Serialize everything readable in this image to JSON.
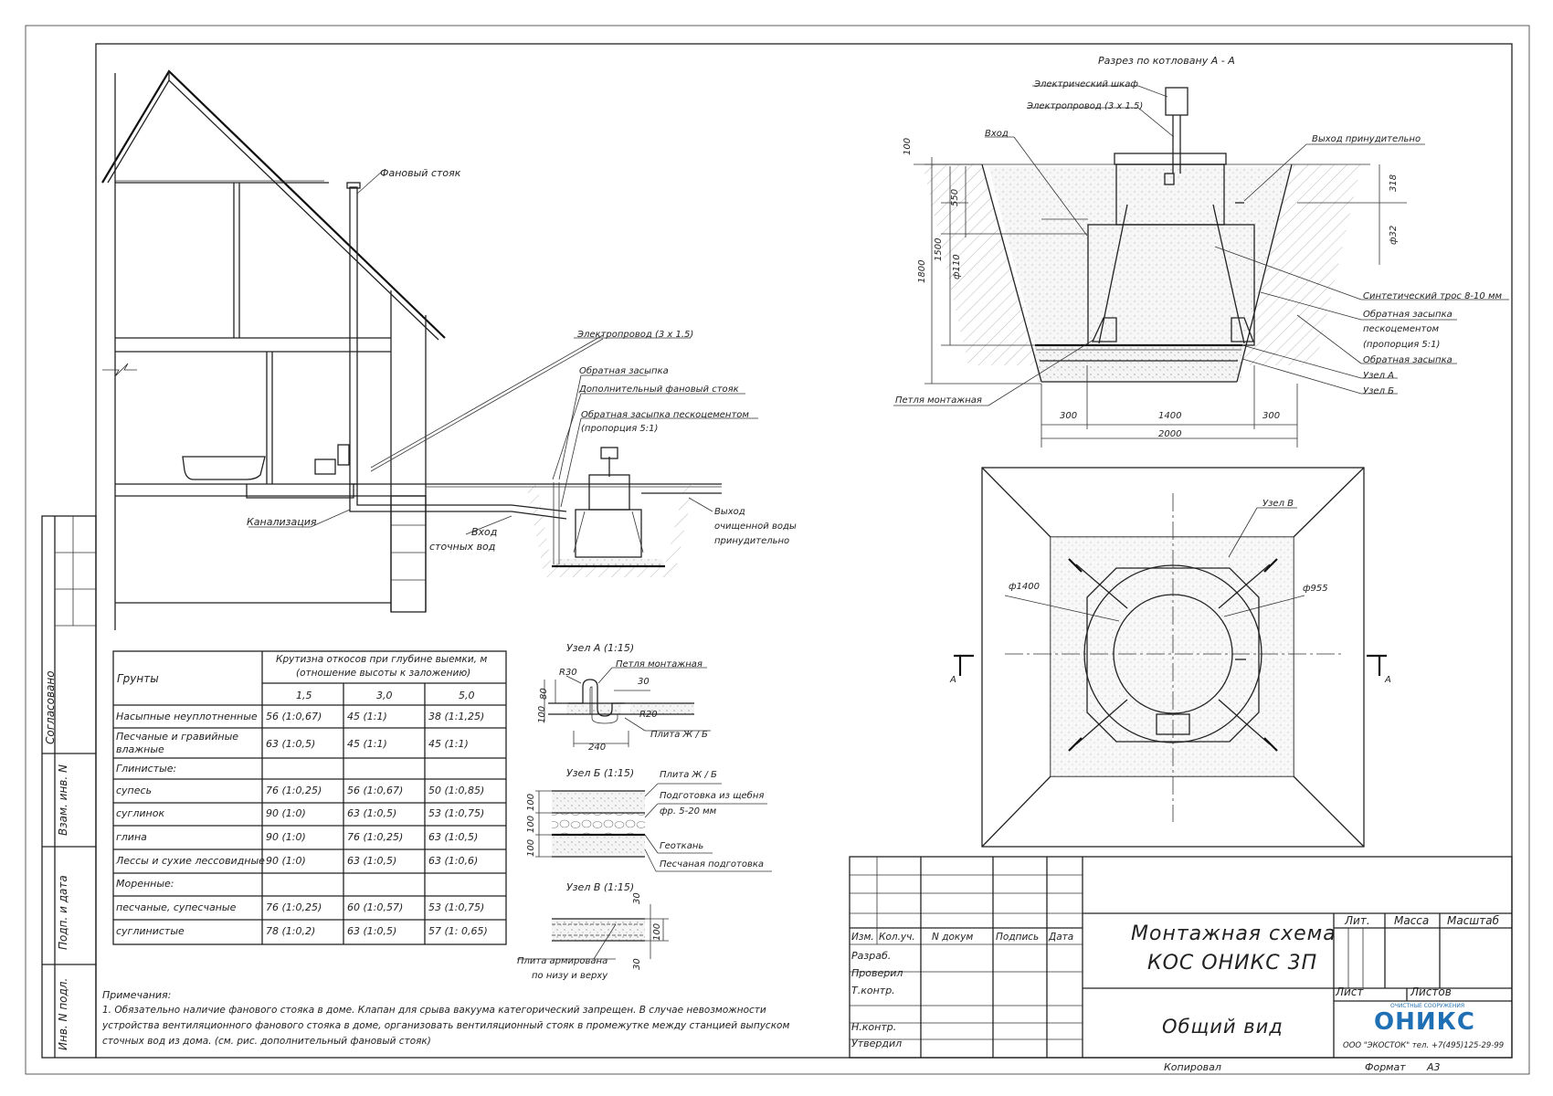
{
  "house": {
    "stack_label": "Фановый стояк",
    "cable_label": "Электропровод (3 x 1.5)",
    "backfill_label": "Обратная засыпка",
    "extra_stack_label": "Дополнительный фановый стояк",
    "backfill_sc_label": "Обратная засыпка пескоцементом",
    "backfill_sc_prop": "(пропорция 5:1)",
    "sewer_label": "Канализация",
    "inlet_label_1": "Вход",
    "inlet_label_2": "сточных вод",
    "outlet_label_1": "Выход",
    "outlet_label_2": "очищенной воды",
    "outlet_label_3": "принудительно"
  },
  "section": {
    "title": "Разрез по котловану А - А",
    "cabinet": "Электрический шкаф",
    "cable": "Электропровод (3 x 1.5)",
    "inlet": "Вход",
    "outlet": "Выход принудительно",
    "rope": "Синтетический трос 8-10 мм",
    "backfill_sc_1": "Обратная засыпка",
    "backfill_sc_2": "пескоцементом",
    "backfill_sc_3": "(пропорция 5:1)",
    "backfill": "Обратная засыпка",
    "node_a": "Узел А",
    "node_b": "Узел Б",
    "loop": "Петля монтажная",
    "dim_100": "100",
    "dim_550": "550",
    "dim_1500": "1500",
    "dim_1800": "1800",
    "dim_d110": "ф110",
    "dim_318": "318",
    "dim_d32": "ф32",
    "dim_300a": "300",
    "dim_1400": "1400",
    "dim_300b": "300",
    "dim_2000": "2000"
  },
  "plan": {
    "node_v": "Узел В",
    "d1400": "ф1400",
    "d955": "ф955",
    "cut_left": "А",
    "cut_right": "А"
  },
  "soil_table": {
    "header_soil": "Грунты",
    "header_slope_1": "Крутизна откосов при глубине выемки, м",
    "header_slope_2": "(отношение высоты к заложению)",
    "depths": [
      "1,5",
      "3,0",
      "5,0"
    ],
    "rows": [
      {
        "name": "Насыпные неуплотненные",
        "v": [
          "56 (1:0,67)",
          "45 (1:1)",
          "38 (1:1,25)"
        ]
      },
      {
        "name": "Песчаные и гравийные влажные",
        "v": [
          "63 (1:0,5)",
          "45 (1:1)",
          "45 (1:1)"
        ]
      },
      {
        "name": "Глинистые:",
        "v": [
          "",
          "",
          ""
        ]
      },
      {
        "name": "супесь",
        "v": [
          "76 (1:0,25)",
          "56 (1:0,67)",
          "50 (1:0,85)"
        ]
      },
      {
        "name": "суглинок",
        "v": [
          "90 (1:0)",
          "63 (1:0,5)",
          "53 (1:0,75)"
        ]
      },
      {
        "name": "глина",
        "v": [
          "90 (1:0)",
          "76 (1:0,25)",
          "63 (1:0,5)"
        ]
      },
      {
        "name": "Лессы и сухие лессовидные",
        "v": [
          "90 (1:0)",
          "63 (1:0,5)",
          "63 (1:0,6)"
        ]
      },
      {
        "name": "Моренные:",
        "v": [
          "",
          "",
          ""
        ]
      },
      {
        "name": "песчаные, супесчаные",
        "v": [
          "76 (1:0,25)",
          "60 (1:0,57)",
          "53 (1:0,75)"
        ]
      },
      {
        "name": "суглинистые",
        "v": [
          "78 (1:0,2)",
          "63 (1:0,5)",
          "57 (1: 0,65)"
        ]
      }
    ]
  },
  "nodes": {
    "a_title": "Узел А (1:15)",
    "a_loop": "Петля монтажная",
    "a_plate": "Плита Ж / Б",
    "a_r30": "R30",
    "a_r20": "R20",
    "a_30": "30",
    "a_80": "80",
    "a_100": "100",
    "a_240": "240",
    "b_title": "Узел Б (1:15)",
    "b_plate": "Плита Ж / Б",
    "b_gravel_1": "Подготовка из щебня",
    "b_gravel_2": "фр. 5-20 мм",
    "b_geo": "Геоткань",
    "b_sand": "Песчаная подготовка",
    "b_100a": "100",
    "b_100b": "100",
    "b_100c": "100",
    "v_title": "Узел В (1:15)",
    "v_30a": "30",
    "v_100": "100",
    "v_30b": "30",
    "v_plate_1": "Плита армирована",
    "v_plate_2": "по низу и верху"
  },
  "notes": {
    "title": "Примечания:",
    "line1": "1. Обязательно наличие фанового стояка в доме. Клапан для срыва вакуума категорический запрещен. В случае невозможности",
    "line2": "устройства вентиляционного фанового стояка в доме, организовать вентиляционный стояк в промежутке между станцией выпуском",
    "line3": "сточных вод из дома. (см. рис. дополнительный фановый стояк)"
  },
  "side_stamp": {
    "agreed": "Согласовано",
    "vzam": "Взам. инв. N",
    "podp": "Подп. и дата",
    "inv": "Инв. N подл."
  },
  "title_block": {
    "izm": "Изм.",
    "kol": "Кол.уч.",
    "ndoc": "N докум",
    "podpis": "Подпись",
    "data": "Дата",
    "razrab": "Разраб.",
    "prov": "Проверил",
    "tkontr": "Т.контр.",
    "nkontr": "Н.контр.",
    "utv": "Утвердил",
    "title_1": "Монтажная схема",
    "title_2": "КОС ОНИКС 3П",
    "subtitle": "Общий вид",
    "lit": "Лит.",
    "massa": "Масса",
    "masshtab": "Масштаб",
    "list": "Лист",
    "listov": "Листов",
    "logo_small": "ОЧИСТНЫЕ СООРУЖЕНИЯ",
    "logo": "ОНИКС",
    "company": "ООО \"ЭКОСТОК\" тел. +7(495)125-29-99",
    "copied": "Копировал",
    "format": "Формат",
    "format_val": "А3"
  },
  "colors": {
    "ink": "#222222",
    "logo_blue": "#1f6fb5"
  }
}
